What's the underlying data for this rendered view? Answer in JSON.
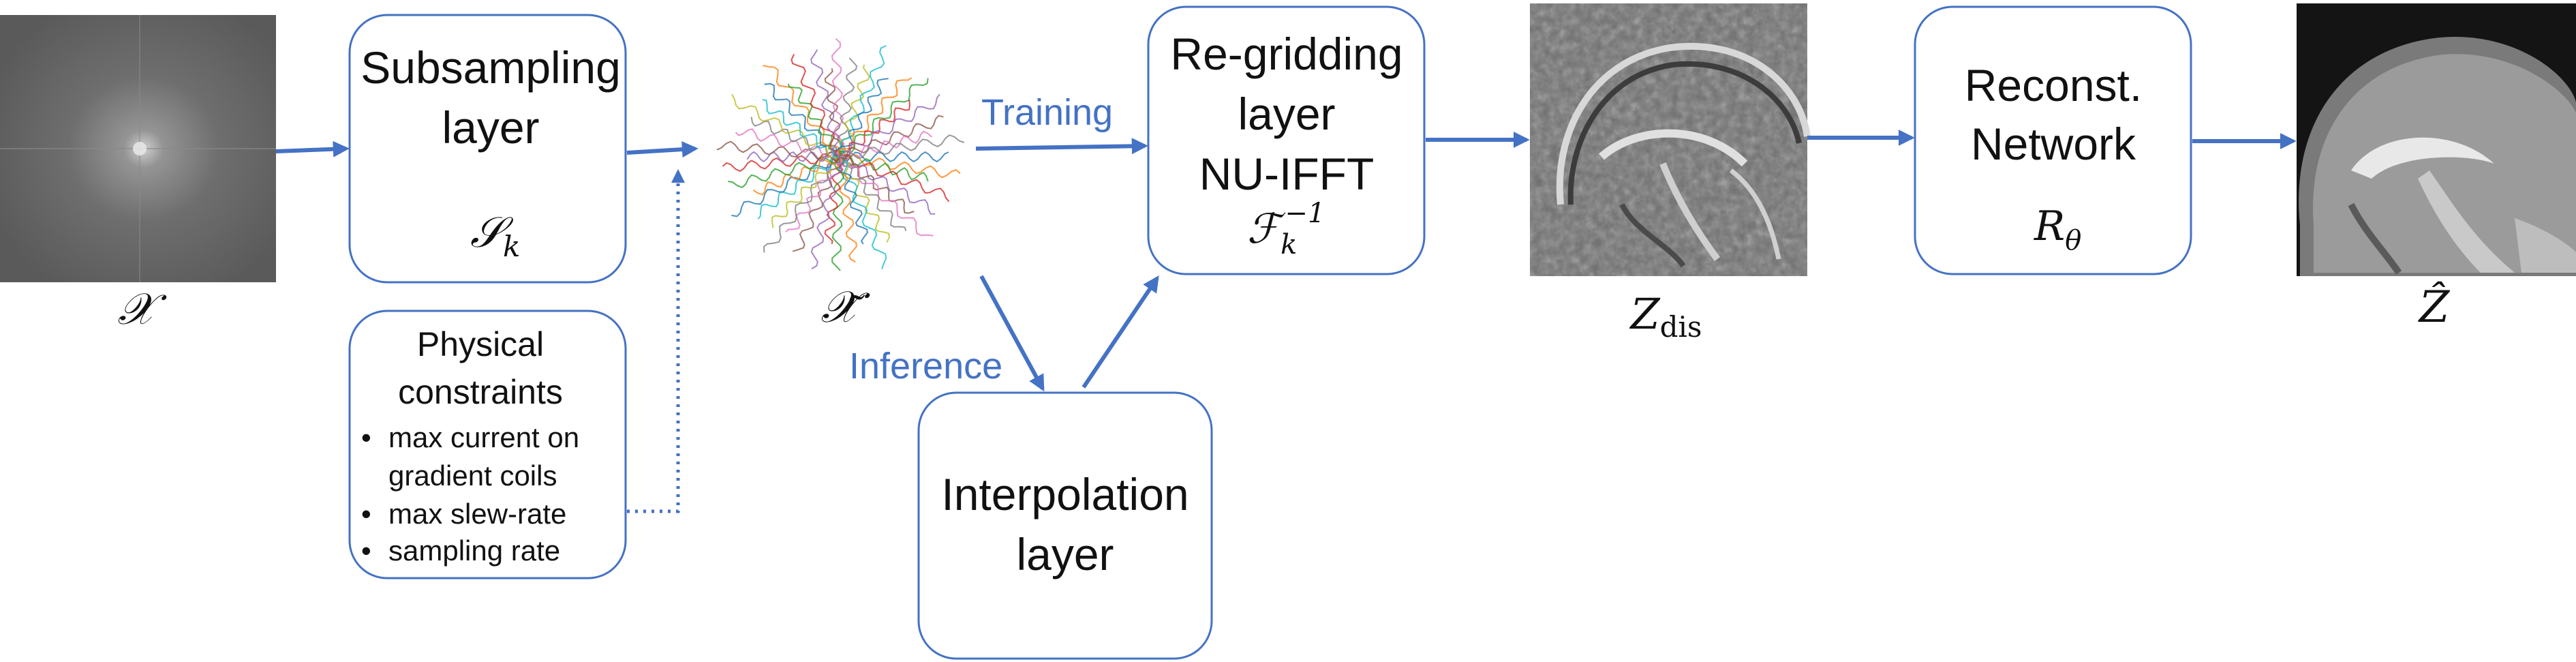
{
  "inputs": {
    "kspace_label": "𝒳",
    "subsampled_label": "𝒳̃",
    "distorted_label_main": "Z",
    "distorted_label_sub": "dis",
    "output_label": "Ẑ"
  },
  "subsampling": {
    "line1": "Subsampling",
    "line2": "layer",
    "symbol_main": "𝒮",
    "symbol_sub": "k"
  },
  "constraints": {
    "title1": "Physical",
    "title2": "constraints",
    "items": [
      "max current on",
      "gradient coils",
      "max slew-rate",
      "sampling rate"
    ],
    "bullet": "•"
  },
  "flows": {
    "training": "Training",
    "inference": "Inference"
  },
  "regridding": {
    "line1": "Re-gridding",
    "line2": "layer",
    "line3": "NU-IFFT",
    "symbol_main": "ℱ",
    "symbol_sub": "k",
    "symbol_sup": "−1"
  },
  "interpolation": {
    "line1": "Interpolation",
    "line2": "layer"
  },
  "recon": {
    "line1": "Reconst.",
    "line2": "Network",
    "symbol_main": "R",
    "symbol_sub": "θ"
  },
  "colors": {
    "accent": "#4472c4",
    "kspace_bg": "#6b6b6b"
  }
}
